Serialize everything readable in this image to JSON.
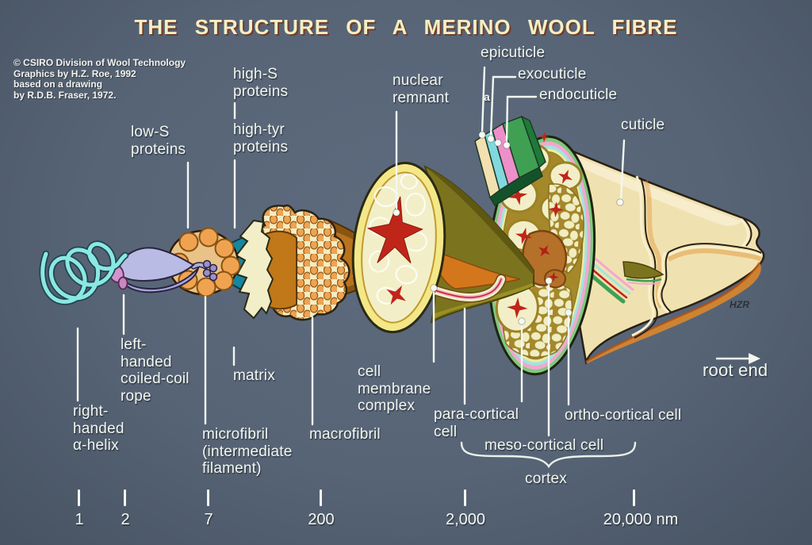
{
  "title": "THE STRUCTURE OF A MERINO WOOL FIBRE",
  "credit": "© CSIRO Division of Wool Technology\nGraphics by H.Z. Roe, 1992\nbased on a drawing\nby R.D.B. Fraser, 1972.",
  "labels": {
    "low_s": "low-S\nproteins",
    "high_s": "high-S\nproteins",
    "high_tyr": "high-tyr\nproteins",
    "nuclear_remnant": "nuclear\nremnant",
    "epicuticle": "epicuticle",
    "exocuticle": "exocuticle",
    "a_layer": "a",
    "endocuticle": "endocuticle",
    "cuticle": "cuticle",
    "right_handed_helix": "right-\nhanded\nα-helix",
    "left_handed_rope": "left-\nhanded\ncoiled-coil\nrope",
    "matrix": "matrix",
    "microfibril": "microfibril\n(intermediate\nfilament)",
    "macrofibril": "macrofibril",
    "cell_membrane_complex": "cell\nmembrane\ncomplex",
    "para_cortical": "para-cortical\ncell",
    "ortho_cortical": "ortho-cortical cell",
    "meso_cortical": "meso-cortical cell",
    "cortex": "cortex",
    "root_end": "root end",
    "signature": "HZR"
  },
  "scale": {
    "unit": "nm",
    "ticks": [
      "1",
      "2",
      "7",
      "200",
      "2,000",
      "20,000 nm"
    ]
  },
  "colors": {
    "background": "#576476",
    "title_text": "#F2EFC4",
    "label_text": "#F2F6EE",
    "helix_cyan": "#8AE8E4",
    "rope_lavender": "#B9BBE4",
    "microfibril_orange": "#EFA351",
    "matrix_teal": "#17869F",
    "cell_cream": "#F2EFC8",
    "nuclear_red": "#C0251A",
    "para_olive": "#7C731E",
    "cuticle_cream": "#F0E2B0",
    "cuticle_green": "#3FA054",
    "cuticle_pink": "#EE8FC9",
    "cuticle_cyan": "#7FD9DE"
  }
}
